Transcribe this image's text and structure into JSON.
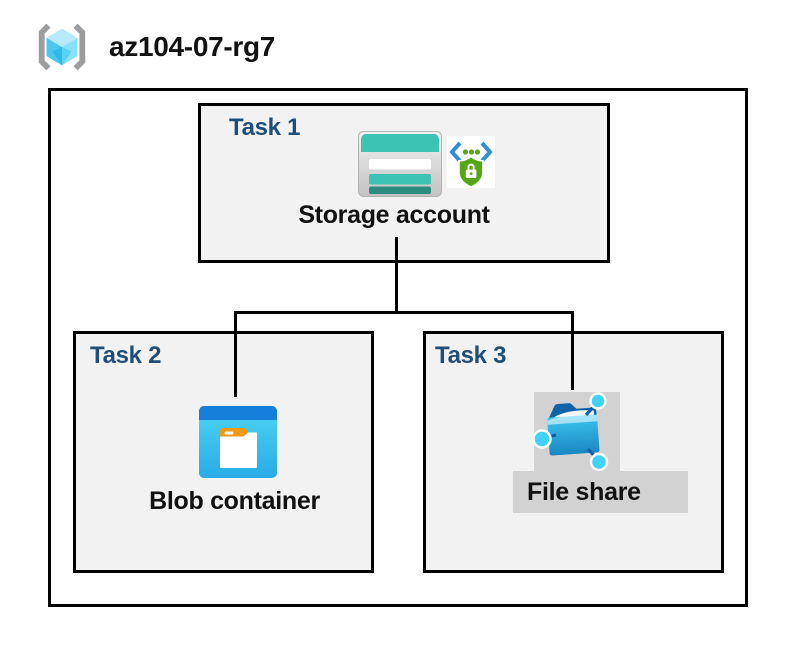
{
  "header": {
    "title": "az104-07-rg7",
    "icon": "resource-group-icon"
  },
  "resource_group": {
    "tasks": [
      {
        "label": "Task 1",
        "item": "Storage account",
        "icons": [
          "storage-account-icon",
          "sas-shield-lock-icon"
        ]
      },
      {
        "label": "Task 2",
        "item": "Blob container",
        "icons": [
          "blob-container-icon"
        ]
      },
      {
        "label": "Task 3",
        "item": "File share",
        "icons": [
          "file-share-icon"
        ]
      }
    ]
  },
  "connections": [
    {
      "from": "Storage account",
      "to": "Blob container"
    },
    {
      "from": "Storage account",
      "to": "File share"
    }
  ],
  "colors": {
    "border": "#000000",
    "box-bg": "#f2f2f2",
    "task-label": "#1f4e79",
    "gray-highlight": "#d2d2d2",
    "storage-teal": "#3cc3b4",
    "storage-teal-dark": "#2c8c7f",
    "blob-header-blue": "#1580da",
    "blob-cyan": "#3ecdf1",
    "folder-tab-orange": "#f09a12",
    "sas-green": "#56a717",
    "sas-bracket-blue": "#2f8fd6",
    "node-cyan": "#40d2f8",
    "node-line-blue": "#0e63a8",
    "cube-cyan": "#4ac7ef"
  }
}
